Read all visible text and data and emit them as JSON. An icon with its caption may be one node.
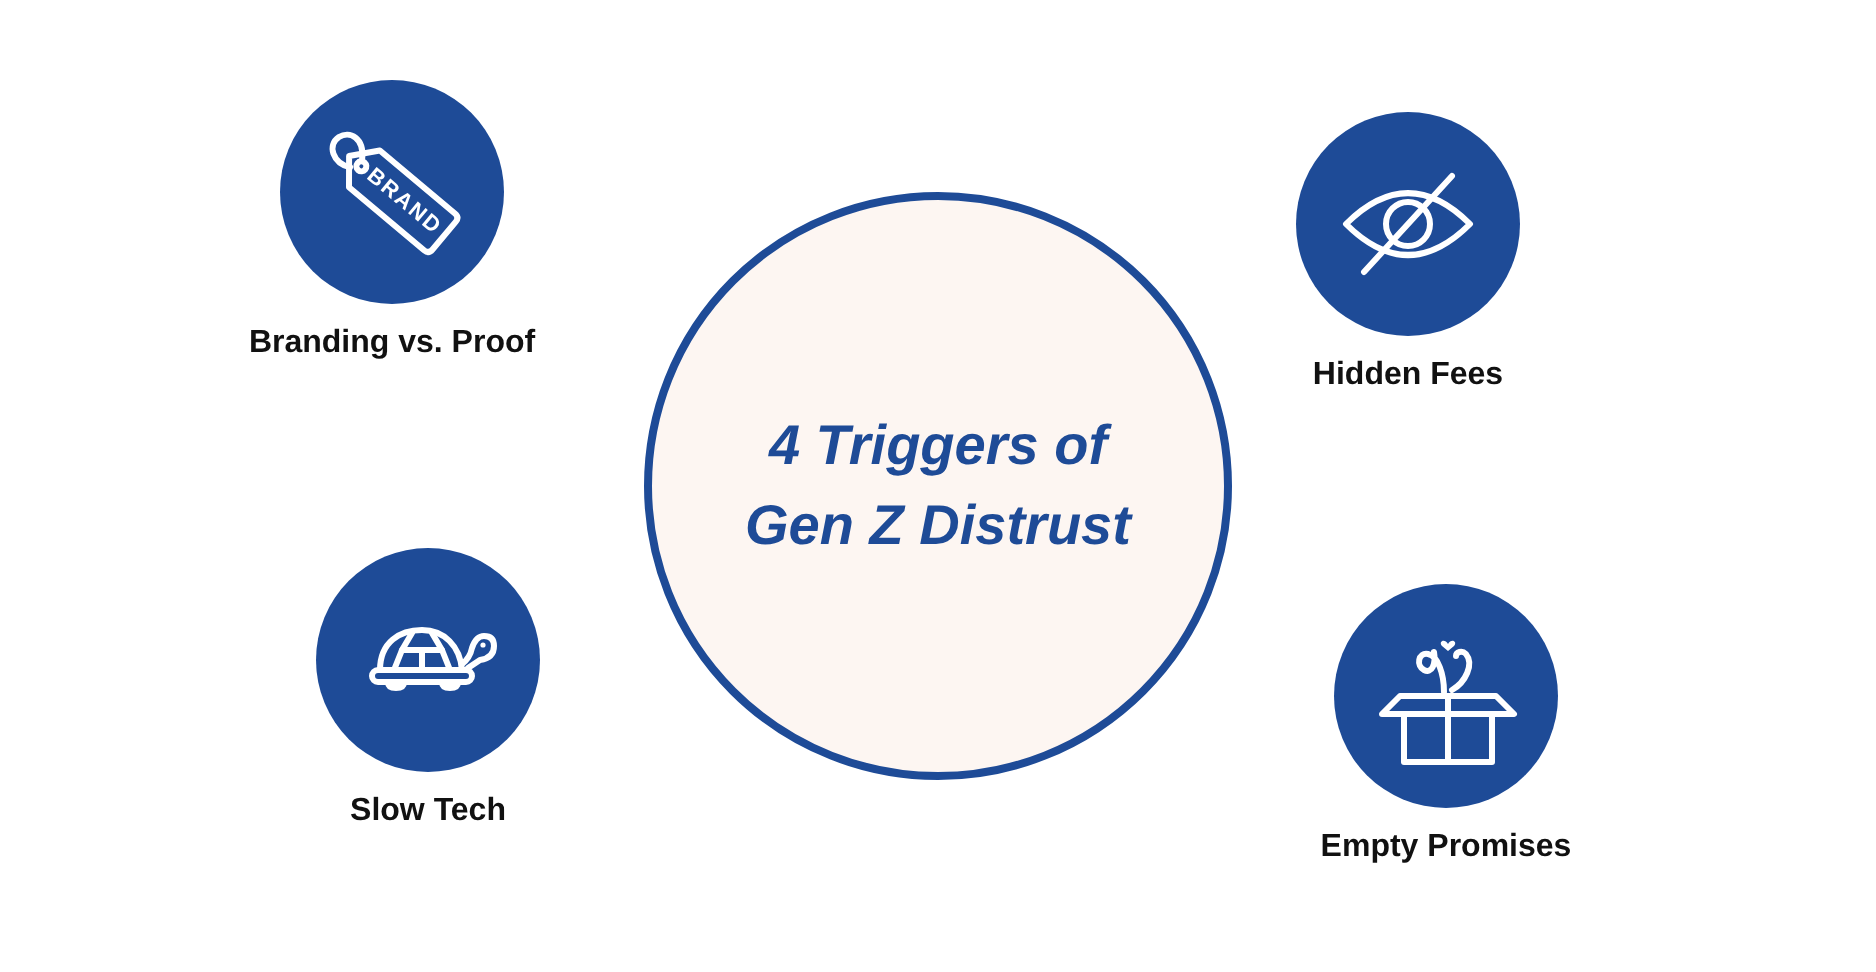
{
  "diagram": {
    "nodes": [
      {
        "text": [
          "4 Triggers of Gen Z Distrust"
        ]
      },
      {
        "text": [
          "BRAND",
          "Branding vs. Proof"
        ]
      },
      {
        "text": [
          "Hidden Fees"
        ]
      },
      {
        "text": [
          "Slow Tech"
        ]
      },
      {
        "text": [
          "Empty Promises"
        ]
      }
    ]
  }
}
